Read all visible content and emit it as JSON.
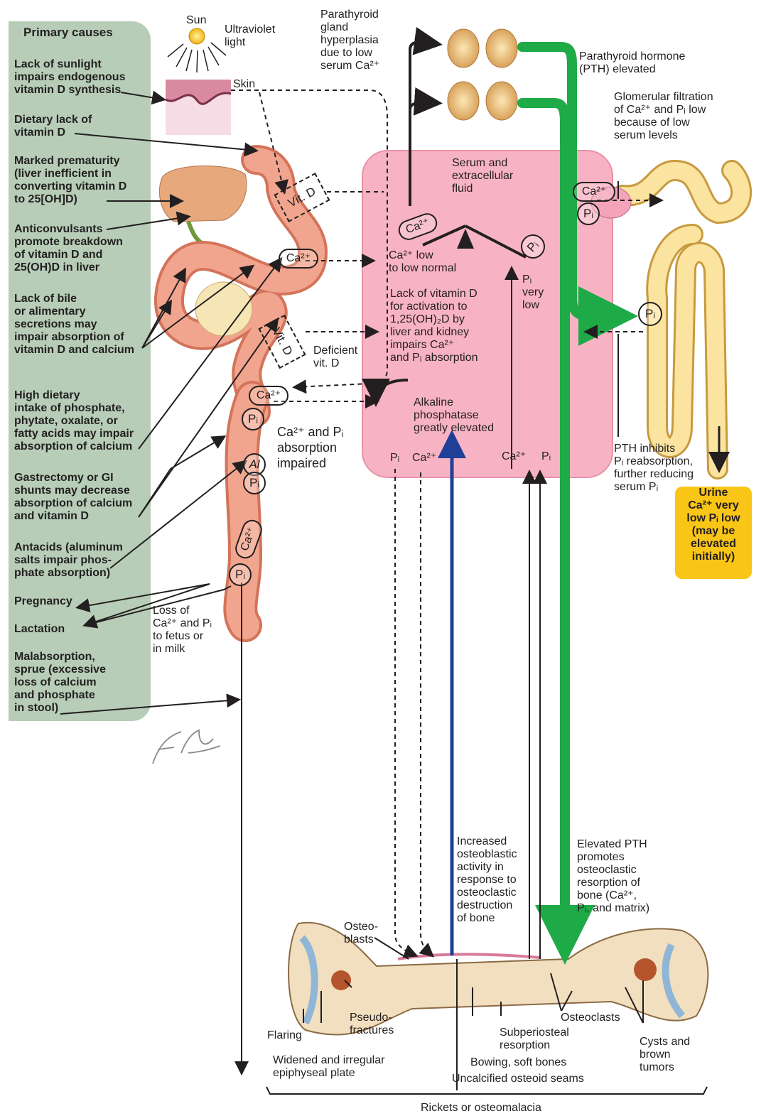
{
  "primary_causes": {
    "title": "Primary causes",
    "items": [
      "Lack of sunlight\nimpairs endogenous\nvitamin D synthesis",
      "Dietary lack of\nvitamin D",
      "Marked prematurity\n(liver inefficient in\nconverting vitamin D\nto 25[OH]D)",
      "Anticonvulsants\npromote breakdown\nof vitamin D and\n25(OH)D in liver",
      "Lack of bile\nor alimentary\nsecretions may\nimpair absorption of\nvitamin D and calcium",
      "High dietary\nintake of phosphate,\nphytate, oxalate, or\nfatty acids may impair\nabsorption of calcium",
      "Gastrectomy or GI\nshunts may decrease\nabsorption of calcium\nand vitamin D",
      "Antacids (aluminum\nsalts impair phos-\nphate absorption)",
      "Pregnancy",
      "Lactation",
      "Malabsorption,\nsprue (excessive\nloss of calcium\nand phosphate\nin stool)"
    ]
  },
  "labels": {
    "sun": "Sun",
    "uv": "Ultraviolet\nlight",
    "skin": "Skin",
    "parathyroid": "Parathyroid\ngland\nhyperplasia\ndue to low\nserum Ca²⁺",
    "pth_elevated": "Parathyroid hormone\n(PTH) elevated",
    "glomerular": "Glomerular filtration\nof Ca²⁺ and Pᵢ low\nbecause of low\nserum levels",
    "serum": "Serum and\nextracellular\nfluid",
    "ca_low": "Ca²⁺ low\nto low normal",
    "pi_very_low": "Pᵢ\nvery\nlow",
    "lack_vitd": "Lack of vitamin D\nfor activation to\n1,25(OH)₂D by\nliver and kidney\nimpairs Ca²⁺\nand Pᵢ absorption",
    "deficient_vitd": "Deficient\nvit. D",
    "alk_phos": "Alkaline\nphosphatase\ngreatly elevated",
    "absorption_impaired": "Ca²⁺ and Pᵢ\nabsorption\nimpaired",
    "pth_inhibits": "PTH inhibits\nPᵢ reabsorption,\nfurther reducing\nserum Pᵢ",
    "urine": "Urine\nCa²⁺ very\nlow Pᵢ low\n(may be\nelevated\ninitially)",
    "loss_fetus": "Loss of\nCa²⁺ and Pᵢ\nto fetus or\nin milk",
    "serum_pi_left": "Pᵢ",
    "serum_ca_left": "Ca²⁺",
    "serum_ca_right": "Ca²⁺",
    "serum_pi_right": "Pᵢ",
    "increased_osteoblastic": "Increased\nosteoblastic\nactivity in\nresponse to\nosteoclastic\ndestruction\nof bone",
    "elevated_pth_bone": "Elevated PTH\npromotes\nosteoclastic\nresorption of\nbone (Ca²⁺,\nPᵢ, and matrix)",
    "osteoblasts": "Osteo-\nblasts",
    "flaring": "Flaring",
    "pseudofractures": "Pseudo-\nfractures",
    "widened": "Widened and irregular\nepiphyseal plate",
    "bowing": "Bowing, soft bones",
    "subperiosteal": "Subperiosteal\nresorption",
    "osteoclasts": "Osteoclasts",
    "cysts": "Cysts and\nbrown\ntumors",
    "uncalcified": "Uncalcified osteoid seams",
    "rickets": "Rickets or osteomalacia",
    "signature": "F. Netter M.D."
  },
  "tags": {
    "vitd_stomach": "Vit. D",
    "vitd_duodenum": "Vit. D",
    "ca_stomach": "Ca²⁺",
    "ca_intestine": "Ca²⁺",
    "pi_intestine": "Pᵢ",
    "al": "Al",
    "pi_al": "Pᵢ",
    "ca_colon": "Ca²⁺",
    "pi_colon": "Pᵢ",
    "ca_serum": "Ca²⁺",
    "pi_serum": "Pᵢ",
    "ca_kidney": "Ca²⁺",
    "pi_kidney": "Pᵢ",
    "pi_tubule": "Pᵢ"
  },
  "colors": {
    "panel": "#b7cdb7",
    "serum_box": "#f7b3c3",
    "urine_box": "#f9c516",
    "pth_arrow": "#1faa48",
    "osteoblastic_arrow": "#1f3f98",
    "intestine": "#f2a58e",
    "kidney": "#fbe3a0",
    "bone": "#f1dfbf"
  }
}
